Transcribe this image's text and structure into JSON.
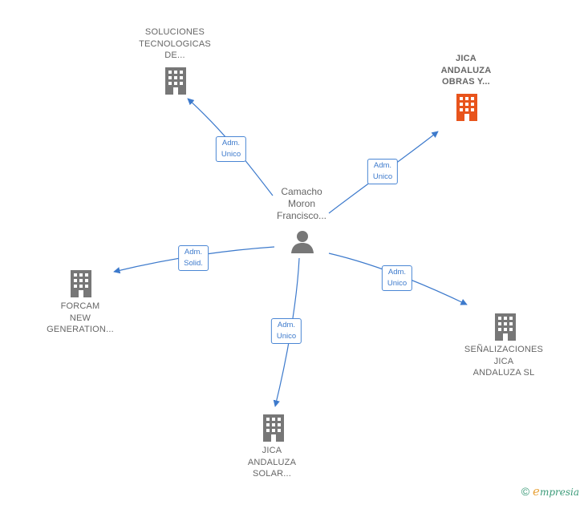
{
  "center": {
    "name_lines": [
      "Camacho",
      "Moron",
      "Francisco..."
    ],
    "icon": "person-icon"
  },
  "companies": [
    {
      "id": "soluciones",
      "lines": [
        "SOLUCIONES",
        "TECNOLOGICAS",
        "DE..."
      ],
      "color": "#777777",
      "highlight": false,
      "icon": "building-icon"
    },
    {
      "id": "jica-obras",
      "lines": [
        "JICA",
        "ANDALUZA",
        "OBRAS Y..."
      ],
      "color": "#e8541c",
      "highlight": true,
      "icon": "building-icon"
    },
    {
      "id": "forcam",
      "lines": [
        "FORCAM",
        "NEW",
        "GENERATION..."
      ],
      "color": "#777777",
      "highlight": false,
      "icon": "building-icon"
    },
    {
      "id": "senalizaciones",
      "lines": [
        "SEÑALIZACIONES",
        "JICA",
        "ANDALUZA SL"
      ],
      "color": "#777777",
      "highlight": false,
      "icon": "building-icon"
    },
    {
      "id": "jica-solar",
      "lines": [
        "JICA",
        "ANDALUZA",
        "SOLAR..."
      ],
      "color": "#777777",
      "highlight": false,
      "icon": "building-icon"
    }
  ],
  "edges": [
    {
      "to": "soluciones",
      "label_lines": [
        "Adm.",
        "Unico"
      ]
    },
    {
      "to": "jica-obras",
      "label_lines": [
        "Adm.",
        "Unico"
      ]
    },
    {
      "to": "forcam",
      "label_lines": [
        "Adm.",
        "Solid."
      ]
    },
    {
      "to": "senalizaciones",
      "label_lines": [
        "Adm.",
        "Unico"
      ]
    },
    {
      "to": "jica-solar",
      "label_lines": [
        "Adm.",
        "Unico"
      ]
    }
  ],
  "footer": {
    "copyright": "©",
    "brand_initial": "e",
    "brand_rest": "mpresia"
  },
  "colors": {
    "edge": "#3d7acc",
    "text": "#666666",
    "highlight": "#e8541c",
    "icon": "#777777"
  }
}
